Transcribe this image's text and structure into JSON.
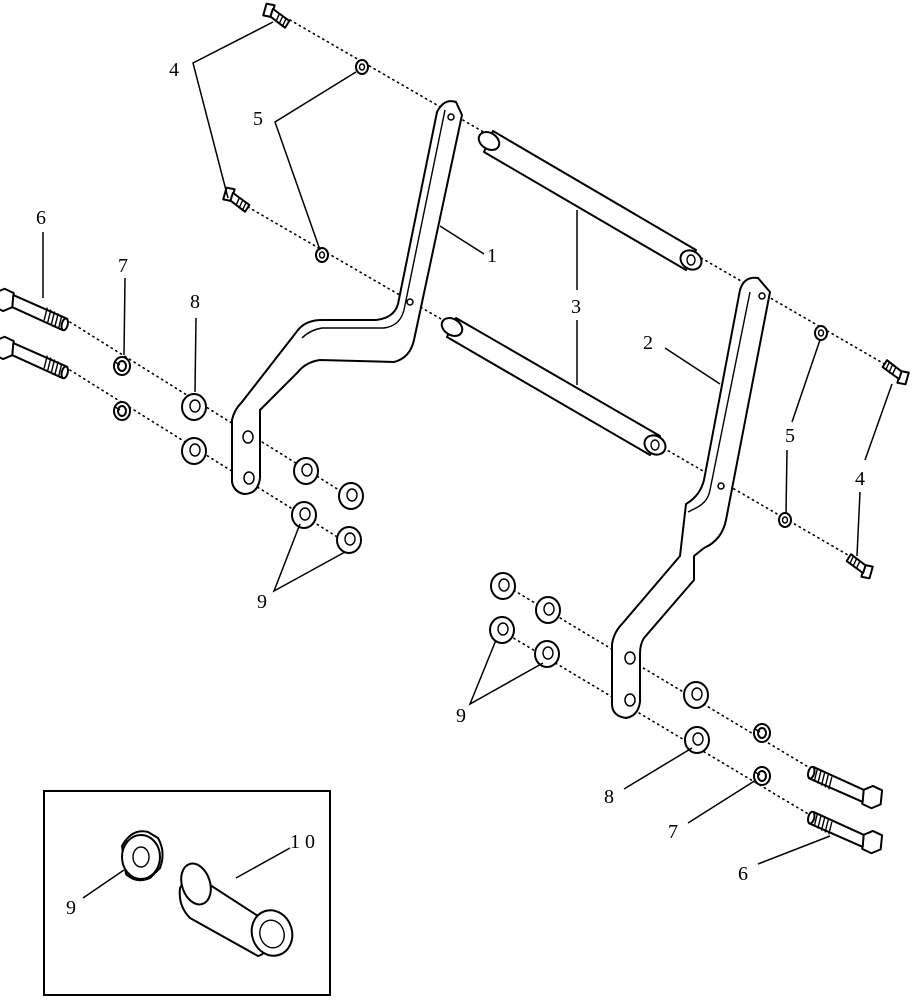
{
  "callouts": {
    "c1": "1",
    "c2": "2",
    "c3": "3",
    "c4a": "4",
    "c4b": "4",
    "c5a": "5",
    "c5b": "5",
    "c6a": "6",
    "c6b": "6",
    "c7a": "7",
    "c7b": "7",
    "c8a": "8",
    "c8b": "8",
    "c9a": "9",
    "c9b": "9",
    "c9inset": "9",
    "c10inset": "1 0"
  }
}
